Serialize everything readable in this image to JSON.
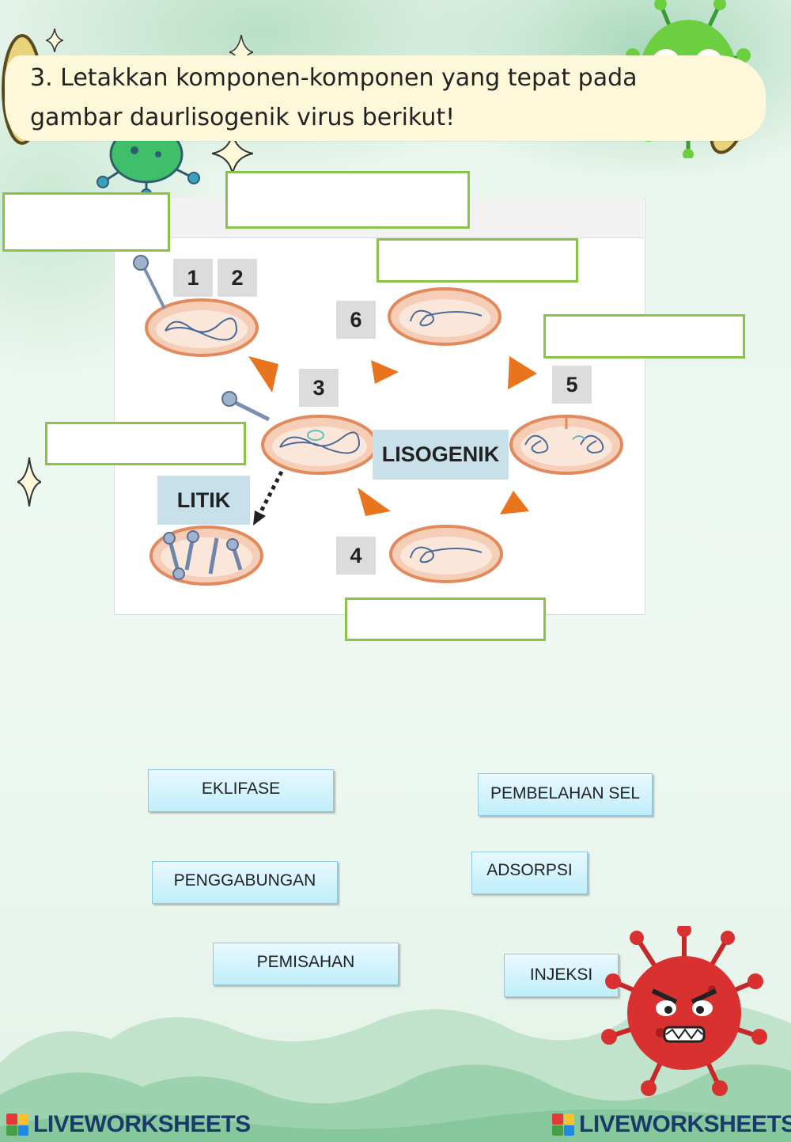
{
  "question": {
    "line1": "3. Letakkan komponen-komponen yang tepat pada",
    "line2": "gambar daurlisogenik virus berikut!"
  },
  "diagram": {
    "numbers": [
      "1",
      "2",
      "3",
      "4",
      "5",
      "6"
    ],
    "labels": {
      "lisogenik": "LISOGENIK",
      "litik": "LITIK"
    }
  },
  "answer_options": [
    "EKLIFASE",
    "PEMBELAHAN SEL",
    "PENGGABUNGAN",
    "ADSORPSI",
    "PEMISAHAN",
    "INJEKSI"
  ],
  "footer": {
    "logo_left": "LIVEWORKSHEETS",
    "logo_right": "LIVEWORKSHEETS"
  },
  "colors": {
    "drop_zone_border": "#8bc34a",
    "button_fill": "#bfeefa",
    "arrow": "#e8741e",
    "label_box": "#c8e0ea",
    "banner": "#fdf8d9"
  }
}
